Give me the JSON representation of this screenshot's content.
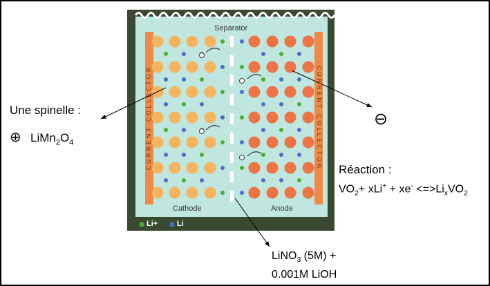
{
  "separator_label": "Separator",
  "cathode_label": "Cathode",
  "anode_label": "Anode",
  "collector_label": "CURRENT COLLECTOR",
  "legend": {
    "li_plus": "Li+",
    "li": "Li"
  },
  "spinel": {
    "title": "Une spinelle :",
    "positive_sign": "⊕",
    "formula": "LiMn2O4"
  },
  "negative_sign": "⊖",
  "reaction": {
    "title": "Réaction :",
    "equation": "VO2+ xLi+ + xe- <=> LixVO2"
  },
  "electrolyte": {
    "line1": "LiNO3 (5M) +",
    "line2": "0.001M LiOH"
  },
  "colors": {
    "cathode_particle": "#f6b45f",
    "anode_particle": "#ee7446",
    "electrolyte": "#bfe6df",
    "li_plus": "#4caf2e",
    "li": "#4b6fc8"
  }
}
